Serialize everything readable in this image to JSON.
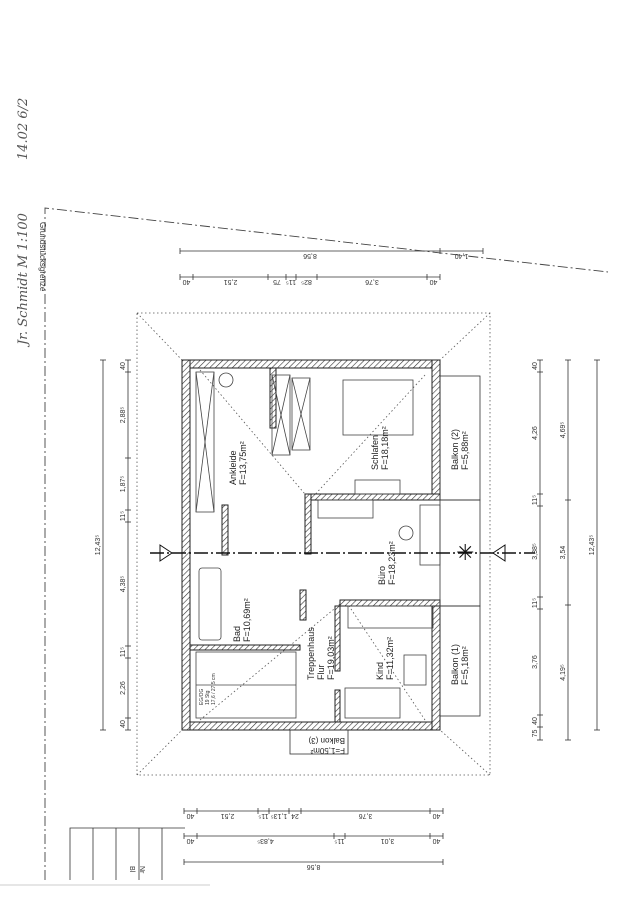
{
  "annotations": {
    "handwriting_name": "Jr. Schmidt M 1:100",
    "handwriting_date": "14.02 6/2",
    "property_line_label": "Grundstücksgrenze"
  },
  "rooms": {
    "ankleide": {
      "name": "Ankleide",
      "area": "F=13,75m²"
    },
    "schlafen": {
      "name": "Schlafen",
      "area": "F=18,18m²"
    },
    "balkon2": {
      "name": "Balkon (2)",
      "area": "F=5,88m²"
    },
    "buero": {
      "name": "Büro",
      "area": "F=18,23m²"
    },
    "bad": {
      "name": "Bad",
      "area": "F=10,69m²"
    },
    "treppenhaus": {
      "name": "Treppenhaus",
      "name2": "Flur",
      "area": "F=19,03m²"
    },
    "kind": {
      "name": "Kind",
      "area": "F=11,32m²"
    },
    "balkon1": {
      "name": "Balkon (1)",
      "area": "F=5,18m²"
    },
    "balkon3": {
      "name": "Balkon (3)",
      "area": "F=1,50m²"
    },
    "stair_note": {
      "line1": "EG/OG",
      "line2": "19 Stg",
      "line3": "17,6 / 27,5 cm"
    }
  },
  "dimensions": {
    "top_overall": [
      "8,56",
      "1,40"
    ],
    "top_segments": [
      "40",
      "2,51",
      "75",
      "11⁵",
      "82⁵",
      "3,76",
      "40"
    ],
    "left_overall": [
      "12,43⁵"
    ],
    "left_segments": [
      "40",
      "2,88⁵",
      "1,87⁵",
      "11⁵",
      "4,38⁵",
      "11⁵",
      "2,26",
      "40"
    ],
    "right_segments": [
      "40",
      "4,26",
      "11⁵",
      "3,38⁵",
      "11⁵",
      "3,76",
      "40",
      "75"
    ],
    "right_middle": [
      "4,69⁵",
      "3,54",
      "4,19⁵"
    ],
    "right_overall": [
      "12,43⁵"
    ],
    "bottom_segments": [
      "40",
      "2,51",
      "11⁵",
      "1,13⁵",
      "24",
      "3,76",
      "40"
    ],
    "bottom_middle": [
      "40",
      "4,83⁵",
      "11⁵",
      "3,01",
      "40"
    ],
    "bottom_overall": [
      "8,56"
    ]
  },
  "title_block": {
    "label1": "Bl",
    "label2": "Nr"
  }
}
